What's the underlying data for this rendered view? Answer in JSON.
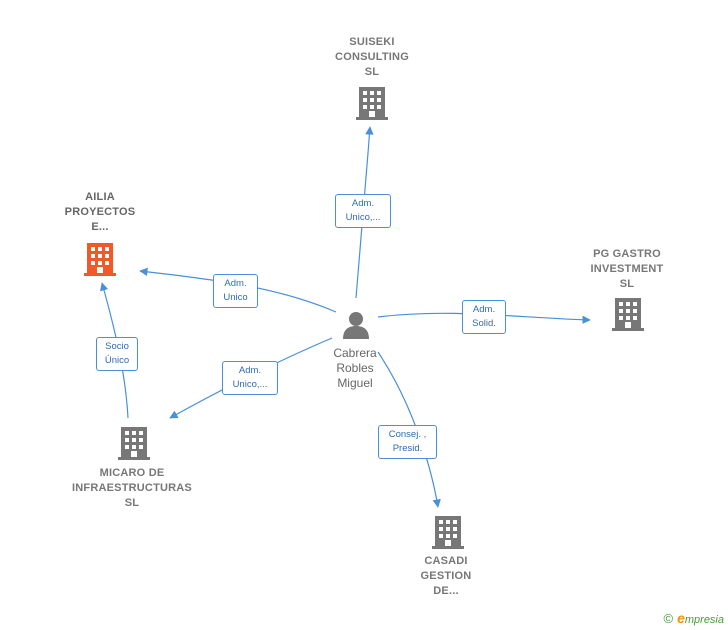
{
  "colors": {
    "edge": "#4a90d9",
    "building_default": "#777777",
    "building_highlight": "#f05a28",
    "person": "#777777"
  },
  "center_person": {
    "name_lines": [
      "Cabrera",
      "Robles",
      "Miguel"
    ],
    "icon": "person-icon"
  },
  "companies": [
    {
      "id": "suiseki",
      "lines": [
        "SUISEKI",
        "CONSULTING",
        "SL"
      ],
      "icon": "building-icon"
    },
    {
      "id": "ailia",
      "lines": [
        "AILIA",
        "PROYECTOS",
        "E..."
      ],
      "icon": "building-icon",
      "highlight": true
    },
    {
      "id": "pg-gastro",
      "lines": [
        "PG GASTRO",
        "INVESTMENT",
        "SL"
      ],
      "icon": "building-icon"
    },
    {
      "id": "micaro",
      "lines": [
        "MICARO DE",
        "INFRAESTRUCTURAS",
        "SL"
      ],
      "icon": "building-icon"
    },
    {
      "id": "casadi",
      "lines": [
        "CASADI",
        "GESTION",
        "DE..."
      ],
      "icon": "building-icon"
    }
  ],
  "relations": [
    {
      "id": "to-suiseki",
      "lines": [
        "Adm.",
        "Unico,..."
      ]
    },
    {
      "id": "to-ailia",
      "lines": [
        "Adm.",
        "Unico"
      ]
    },
    {
      "id": "to-pg-gastro",
      "lines": [
        "Adm.",
        "Solid."
      ]
    },
    {
      "id": "to-micaro",
      "lines": [
        "Adm.",
        "Unico,..."
      ]
    },
    {
      "id": "to-casadi",
      "lines": [
        "Consej. ,",
        "Presid."
      ]
    },
    {
      "id": "micaro-to-ailia",
      "lines": [
        "Socio",
        "Único"
      ]
    }
  ],
  "footer": {
    "copyright_symbol": "©",
    "brand_first": "e",
    "brand_rest": "mpresia"
  }
}
